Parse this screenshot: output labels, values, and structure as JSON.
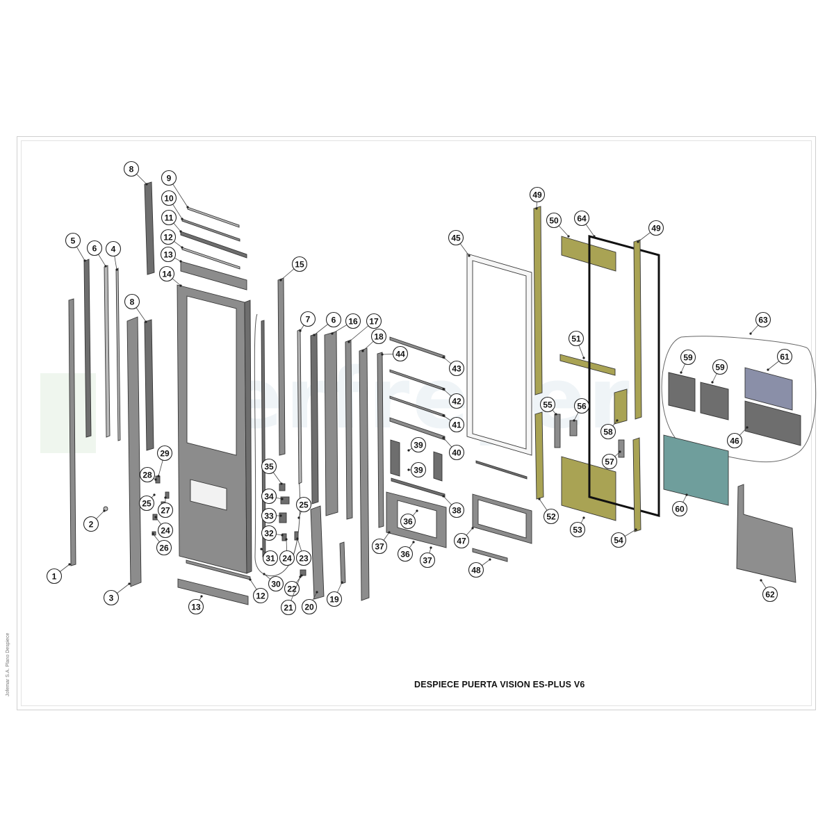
{
  "title": "DESPIECE PUERTA VISION ES-PLUS V6",
  "side_note": "Jofemar S.A. Plano Despiece",
  "watermark": "serfreyer",
  "colors": {
    "frame_border": "#cfcfcf",
    "part_grey": "#8c8c8c",
    "part_olive": "#a9a354",
    "part_teal": "#6f9e9c",
    "watermark": "#dde7ee"
  },
  "callouts": [
    {
      "label": "1"
    },
    {
      "label": "2"
    },
    {
      "label": "3"
    },
    {
      "label": "4"
    },
    {
      "label": "5"
    },
    {
      "label": "6"
    },
    {
      "label": "8"
    },
    {
      "label": "9"
    },
    {
      "label": "10"
    },
    {
      "label": "11"
    },
    {
      "label": "12"
    },
    {
      "label": "13"
    },
    {
      "label": "14"
    },
    {
      "label": "8"
    },
    {
      "label": "29"
    },
    {
      "label": "28"
    },
    {
      "label": "25"
    },
    {
      "label": "27"
    },
    {
      "label": "24"
    },
    {
      "label": "26"
    },
    {
      "label": "13"
    },
    {
      "label": "12"
    },
    {
      "label": "15"
    },
    {
      "label": "35"
    },
    {
      "label": "34"
    },
    {
      "label": "33"
    },
    {
      "label": "32"
    },
    {
      "label": "31"
    },
    {
      "label": "30"
    },
    {
      "label": "25"
    },
    {
      "label": "24"
    },
    {
      "label": "23"
    },
    {
      "label": "22"
    },
    {
      "label": "21"
    },
    {
      "label": "20"
    },
    {
      "label": "7"
    },
    {
      "label": "6"
    },
    {
      "label": "16"
    },
    {
      "label": "17"
    },
    {
      "label": "18"
    },
    {
      "label": "19"
    },
    {
      "label": "44"
    },
    {
      "label": "43"
    },
    {
      "label": "42"
    },
    {
      "label": "41"
    },
    {
      "label": "40"
    },
    {
      "label": "39"
    },
    {
      "label": "39"
    },
    {
      "label": "38"
    },
    {
      "label": "37"
    },
    {
      "label": "36"
    },
    {
      "label": "36"
    },
    {
      "label": "37"
    },
    {
      "label": "45"
    },
    {
      "label": "47"
    },
    {
      "label": "48"
    },
    {
      "label": "49"
    },
    {
      "label": "50"
    },
    {
      "label": "64"
    },
    {
      "label": "49"
    },
    {
      "label": "51"
    },
    {
      "label": "55"
    },
    {
      "label": "56"
    },
    {
      "label": "58"
    },
    {
      "label": "57"
    },
    {
      "label": "52"
    },
    {
      "label": "53"
    },
    {
      "label": "54"
    },
    {
      "label": "63"
    },
    {
      "label": "59"
    },
    {
      "label": "59"
    },
    {
      "label": "61"
    },
    {
      "label": "46"
    },
    {
      "label": "60"
    },
    {
      "label": "62"
    }
  ]
}
